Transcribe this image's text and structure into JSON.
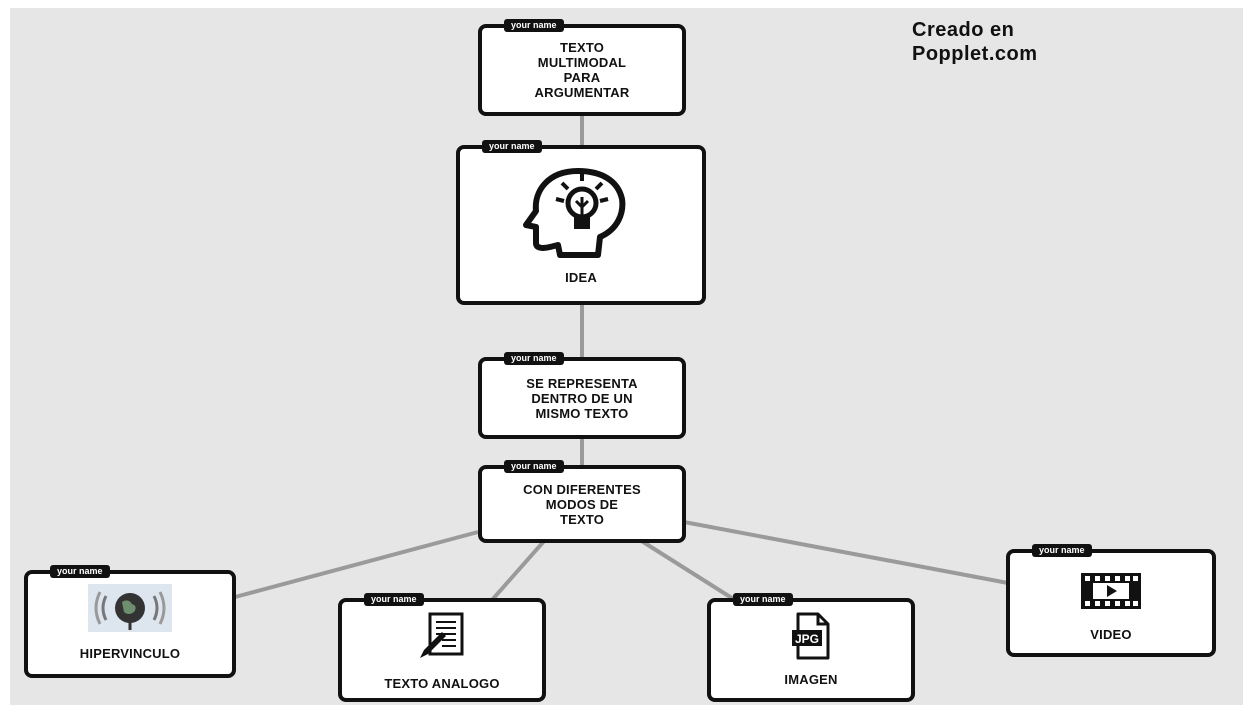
{
  "brand": {
    "line1": "Creado en",
    "line2": "Popplet.com"
  },
  "tag_text": "your name",
  "nodes": {
    "root": {
      "line1": "TEXTO",
      "line2": "MULTIMODAL",
      "line3": "PARA",
      "line4": "ARGUMENTAR"
    },
    "idea": {
      "label": "IDEA",
      "icon": "head-lightbulb-icon"
    },
    "represent": {
      "line1": "SE REPRESENTA",
      "line2": "DENTRO DE UN",
      "line3": "MISMO TEXTO"
    },
    "modes": {
      "line1": "CON DIFERENTES",
      "line2": "MODOS DE",
      "line3": "TEXTO"
    },
    "hyperlink": {
      "label": "HIPERVINCULO",
      "icon": "globe-link-icon"
    },
    "analog": {
      "label": "TEXTO ANALOGO",
      "icon": "document-pen-icon"
    },
    "image": {
      "label": "IMAGEN",
      "icon": "jpg-file-icon",
      "icon_text": "JPG"
    },
    "video": {
      "label": "VIDEO",
      "icon": "film-play-icon"
    }
  },
  "colors": {
    "canvas": "#e6e6e6",
    "border": "#111111",
    "link": "#999999"
  }
}
